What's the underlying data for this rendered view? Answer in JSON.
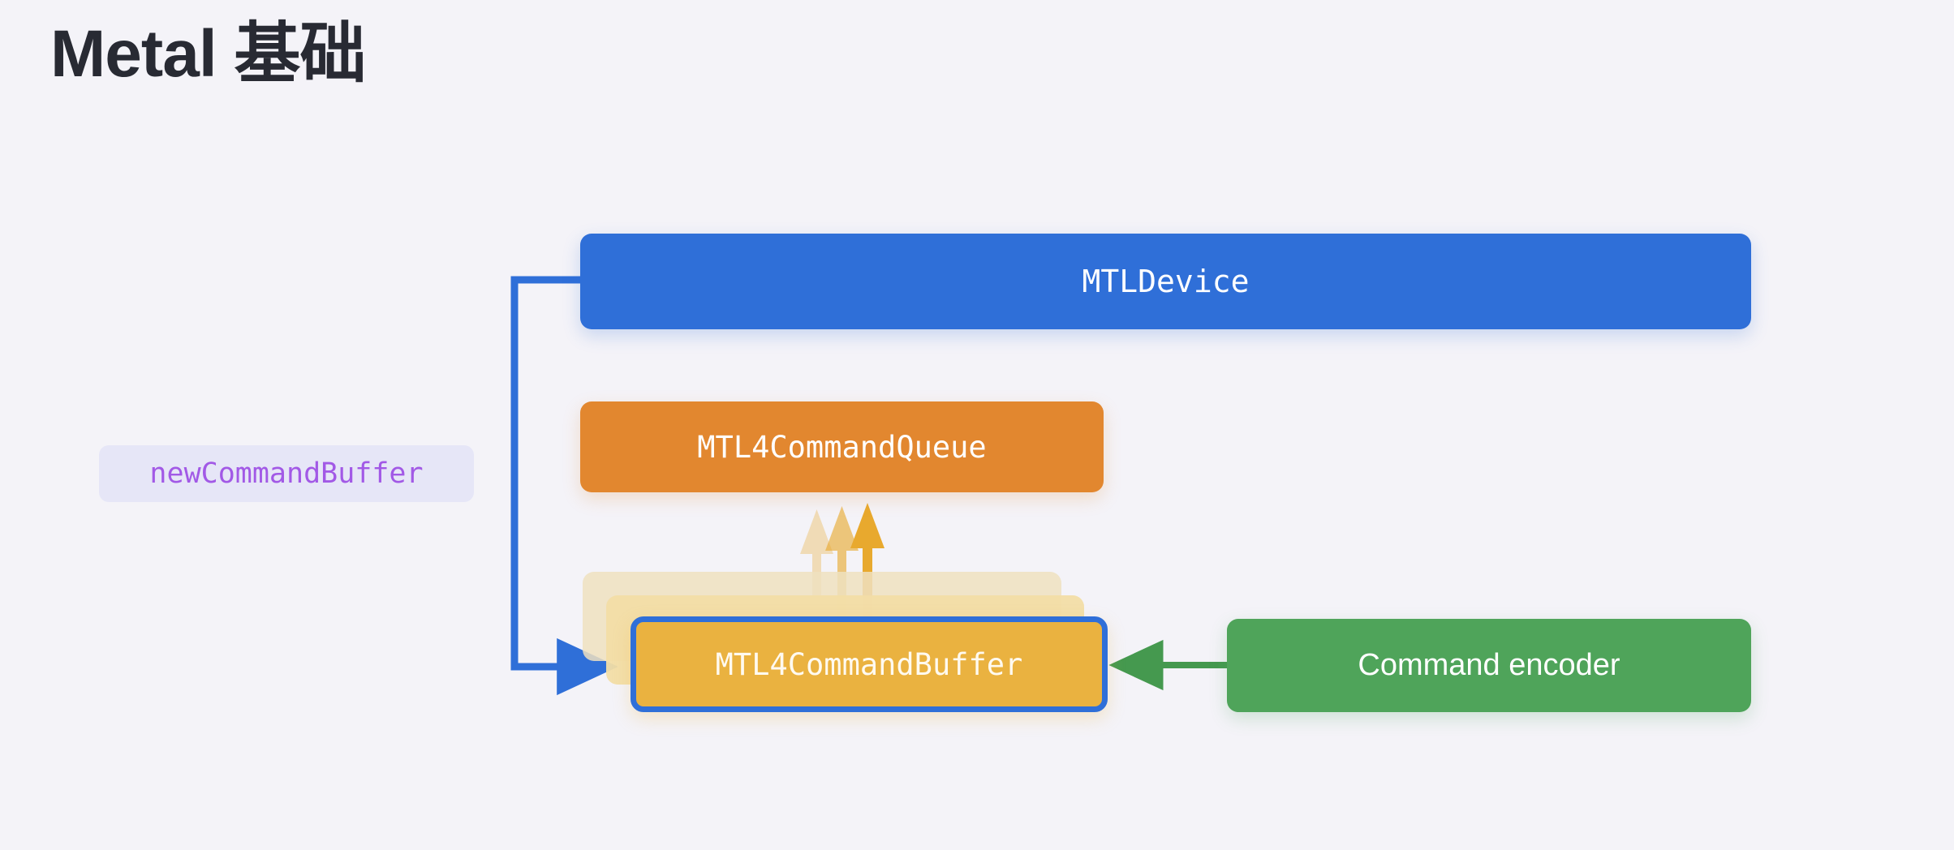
{
  "page": {
    "title": "Metal 基础",
    "background_color": "#f4f3f8"
  },
  "code_badge": {
    "label": "newCommandBuffer",
    "text_color": "#a259e6",
    "background_color": "#e6e6f7"
  },
  "diagram": {
    "nodes": [
      {
        "id": "device",
        "label": "MTLDevice",
        "color": "#2f6fd8",
        "text_color": "#ffffff"
      },
      {
        "id": "queue",
        "label": "MTL4CommandQueue",
        "color": "#e2872f",
        "text_color": "#ffffff"
      },
      {
        "id": "buffer",
        "label": "MTL4CommandBuffer",
        "color": "#eab240",
        "text_color": "#fffaf0",
        "border_color": "#2f6fd8",
        "stack_count": 3
      },
      {
        "id": "encoder",
        "label": "Command encoder",
        "color": "#4fa45a",
        "text_color": "#ffffff"
      }
    ],
    "connectors": [
      {
        "id": "device-to-buffer",
        "from": "device",
        "to": "buffer",
        "color": "#2f6fd8",
        "style": "elbow",
        "direction": "right"
      },
      {
        "id": "buffer-to-queue",
        "from": "buffer",
        "to": "queue",
        "color": "#eab240",
        "style": "multi-arrow-up",
        "arrow_count": 3
      },
      {
        "id": "encoder-to-buffer",
        "from": "encoder",
        "to": "buffer",
        "color": "#45994f",
        "style": "straight",
        "direction": "left"
      }
    ]
  }
}
